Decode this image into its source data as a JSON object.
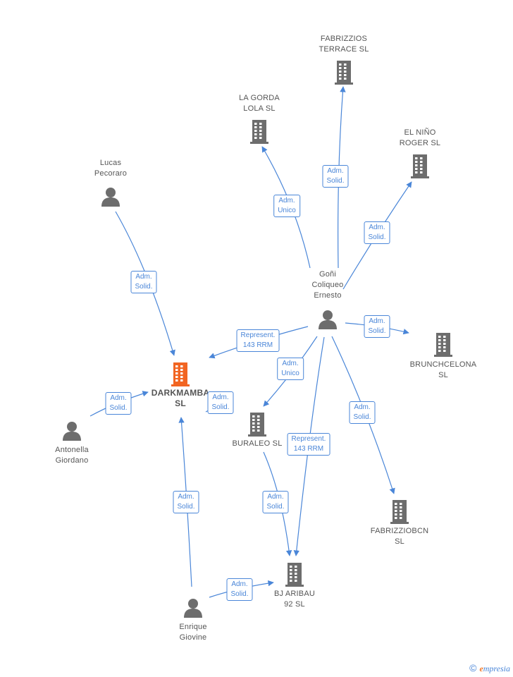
{
  "colors": {
    "edge": "#4a86d8",
    "node_gray": "#6d6d6d",
    "node_main": "#f26522",
    "label_text": "#555555"
  },
  "nodes": [
    {
      "id": "fabrizzios",
      "type": "company",
      "label": [
        "FABRIZZIOS",
        "TERRACE  SL"
      ]
    },
    {
      "id": "lagorda",
      "type": "company",
      "label": [
        "LA GORDA",
        "LOLA  SL"
      ]
    },
    {
      "id": "elnino",
      "type": "company",
      "label": [
        "EL NIÑO",
        "ROGER  SL"
      ]
    },
    {
      "id": "lucas",
      "type": "person",
      "label": [
        "Lucas",
        "Pecoraro"
      ]
    },
    {
      "id": "goni",
      "type": "person",
      "label": [
        "Goñi",
        "Coliqueo",
        "Ernesto"
      ]
    },
    {
      "id": "brunch",
      "type": "company",
      "label": [
        "BRUNCHCELONA",
        "SL"
      ]
    },
    {
      "id": "darkmamba",
      "type": "company",
      "main": true,
      "label": [
        "DARKMAMBA",
        "SL"
      ]
    },
    {
      "id": "antonella",
      "type": "person",
      "label": [
        "Antonella",
        "Giordano"
      ]
    },
    {
      "id": "buraleo",
      "type": "company",
      "label": [
        "BURALEO  SL"
      ]
    },
    {
      "id": "fabrizziobcn",
      "type": "company",
      "label": [
        "FABRIZZIOBCN",
        "SL"
      ]
    },
    {
      "id": "bjaribau",
      "type": "company",
      "label": [
        "BJ ARIBAU",
        "92  SL"
      ]
    },
    {
      "id": "enrique",
      "type": "person",
      "label": [
        "Enrique",
        "Giovine"
      ]
    }
  ],
  "edges": [
    {
      "from": "goni",
      "to": "fabrizzios",
      "label": [
        "Adm.",
        "Solid."
      ]
    },
    {
      "from": "goni",
      "to": "lagorda",
      "label": [
        "Adm.",
        "Unico"
      ]
    },
    {
      "from": "goni",
      "to": "elnino",
      "label": [
        "Adm.",
        "Solid."
      ]
    },
    {
      "from": "lucas",
      "to": "darkmamba",
      "label": [
        "Adm.",
        "Solid."
      ]
    },
    {
      "from": "goni",
      "to": "darkmamba",
      "label": [
        "Represent.",
        "143 RRM"
      ]
    },
    {
      "from": "goni",
      "to": "brunch",
      "label": [
        "Adm.",
        "Solid."
      ]
    },
    {
      "from": "goni",
      "to": "buraleo",
      "label": [
        "Adm.",
        "Unico"
      ]
    },
    {
      "from": "antonella",
      "to": "darkmamba",
      "label": [
        "Adm.",
        "Solid."
      ]
    },
    {
      "from": "buraleo",
      "to": "darkmamba",
      "label": [
        "Adm.",
        "Solid."
      ]
    },
    {
      "from": "goni",
      "to": "fabrizziobcn",
      "label": [
        "Adm.",
        "Solid."
      ]
    },
    {
      "from": "goni",
      "to": "bjaribau",
      "label": [
        "Represent.",
        "143 RRM"
      ]
    },
    {
      "from": "buraleo",
      "to": "bjaribau",
      "label": [
        "Adm.",
        "Solid."
      ]
    },
    {
      "from": "enrique",
      "to": "darkmamba",
      "label": [
        "Adm.",
        "Solid."
      ]
    },
    {
      "from": "enrique",
      "to": "bjaribau",
      "label": [
        "Adm.",
        "Solid."
      ]
    }
  ],
  "footer": {
    "copyright": "©",
    "brand_initial": "e",
    "brand_rest": "mpresia"
  }
}
